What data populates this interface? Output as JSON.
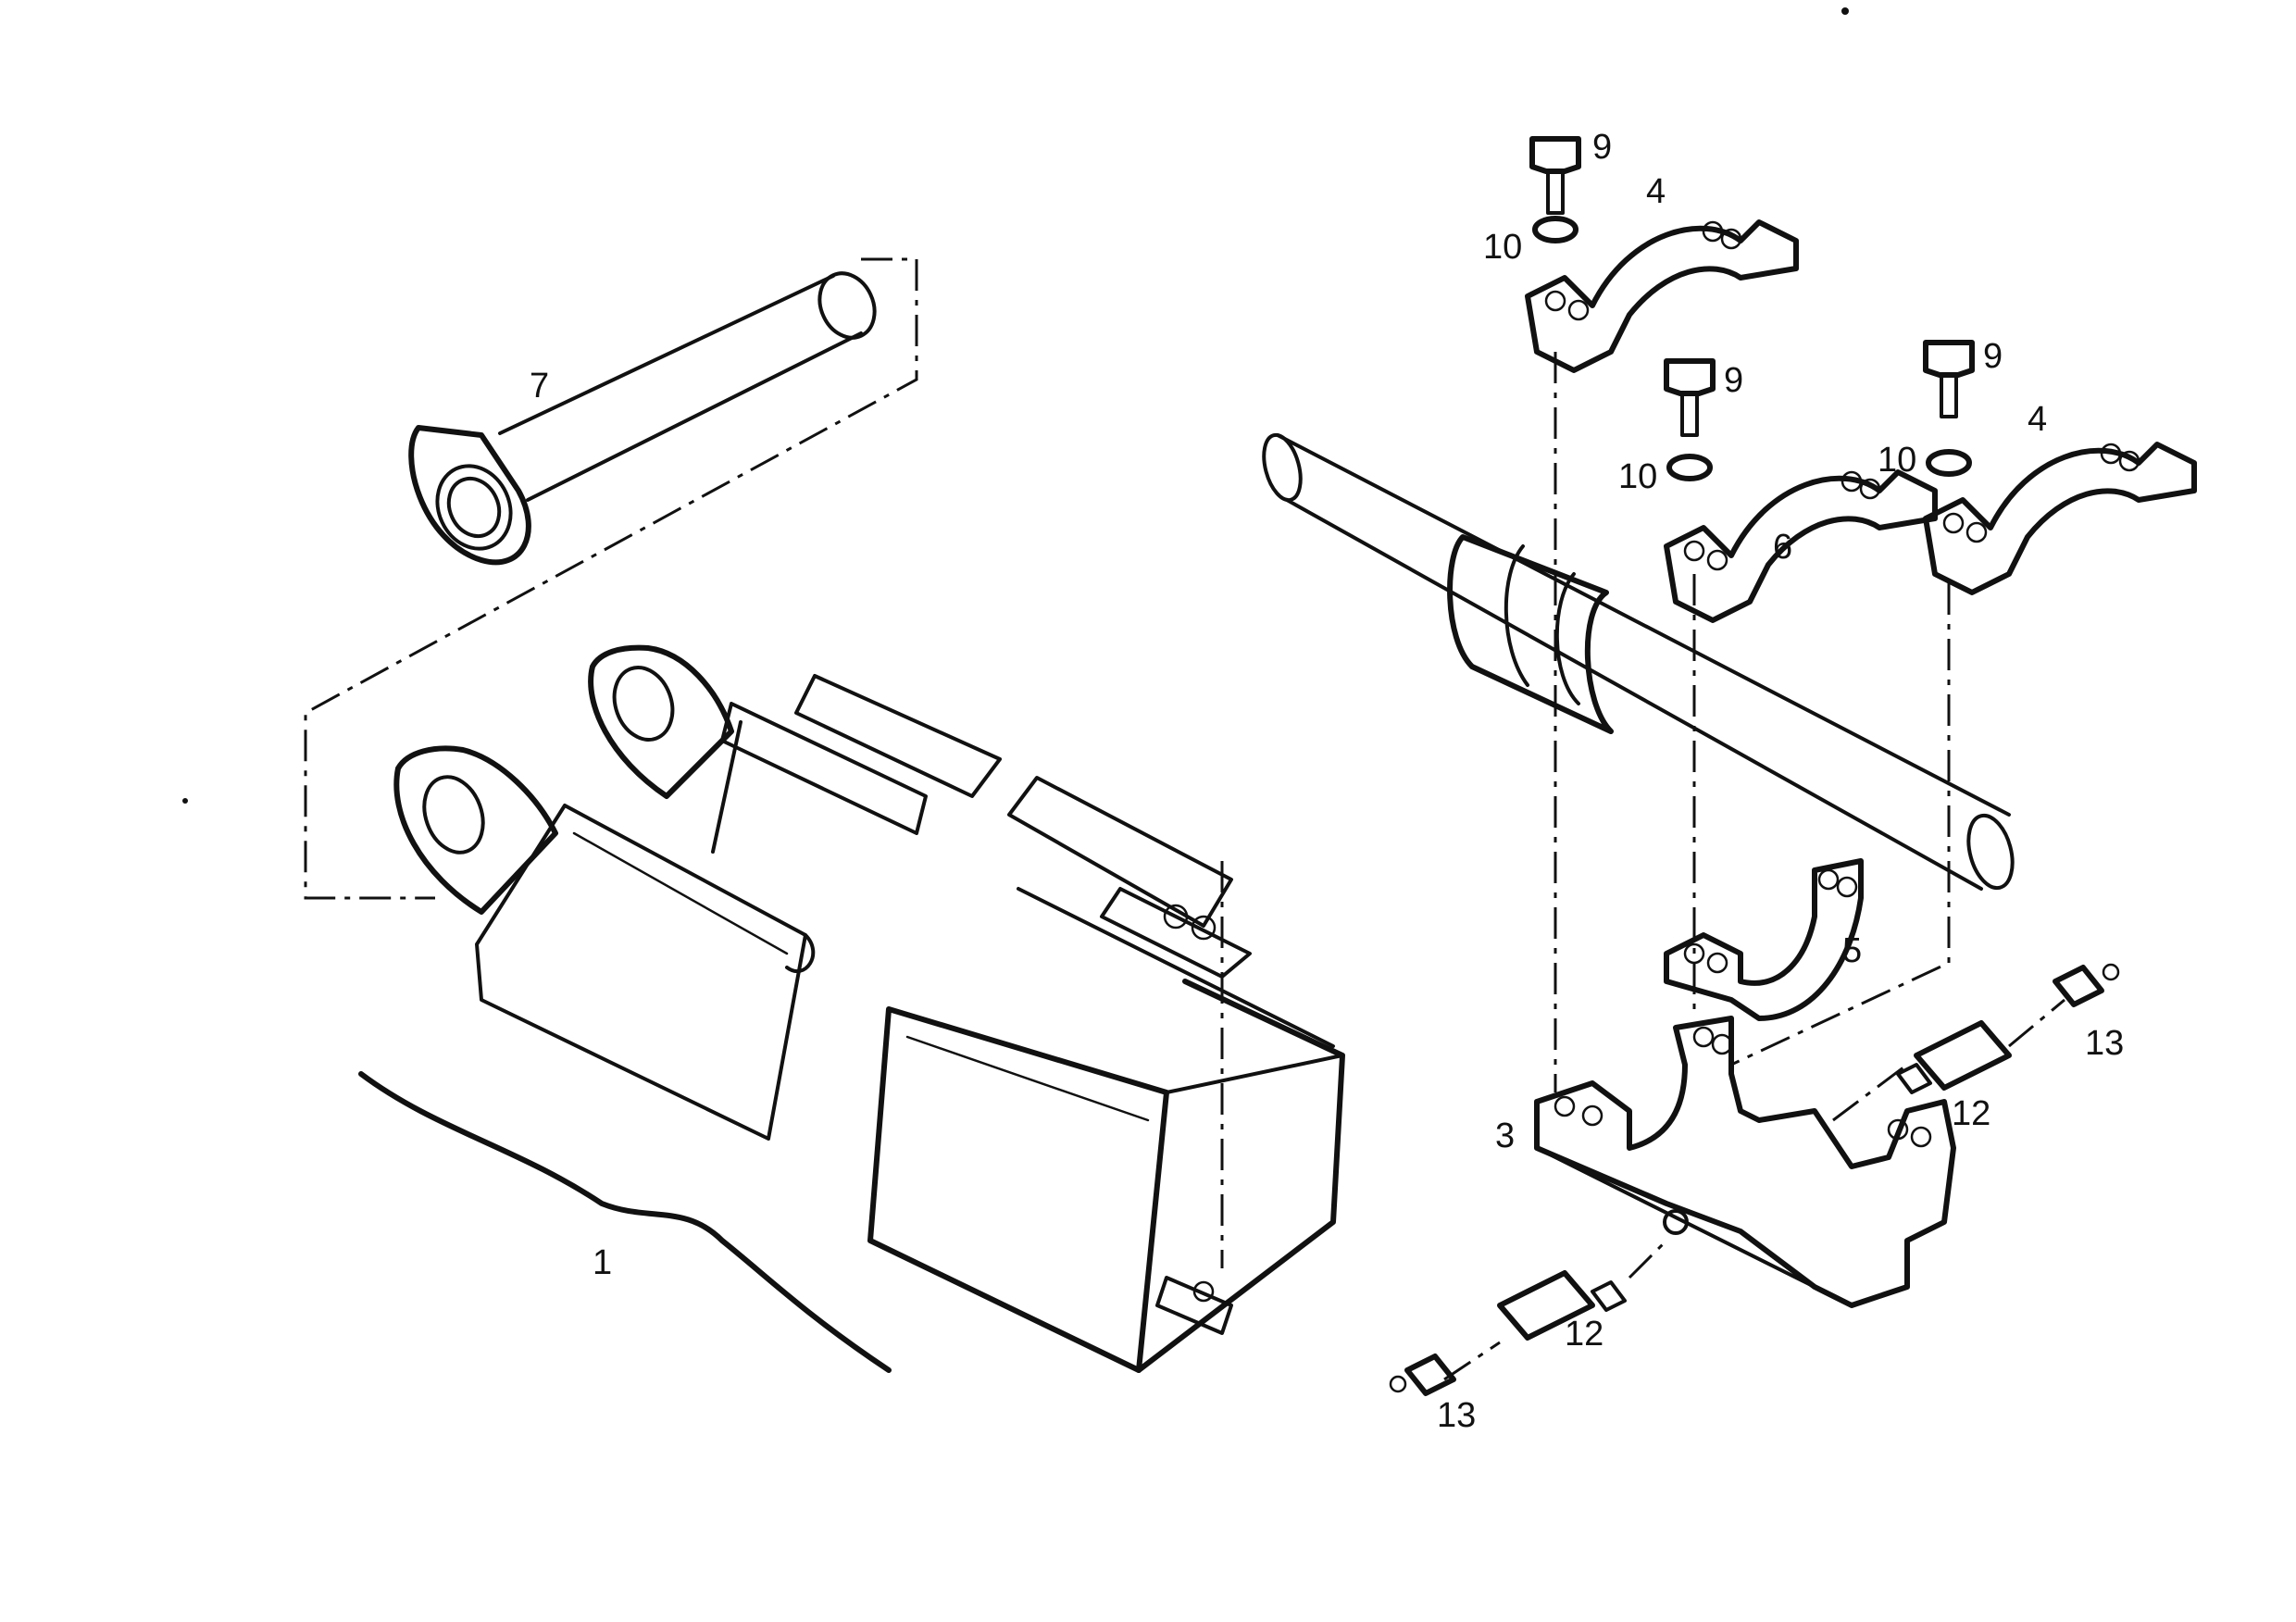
{
  "callouts": {
    "c1": "1",
    "c3": "3",
    "c4a": "4",
    "c4b": "4",
    "c5": "5",
    "c6": "6",
    "c7": "7",
    "c9a": "9",
    "c9b": "9",
    "c9c": "9",
    "c10a": "10",
    "c10b": "10",
    "c10c": "10",
    "c12a": "12",
    "c12b": "12",
    "c13a": "13",
    "c13b": "13"
  }
}
